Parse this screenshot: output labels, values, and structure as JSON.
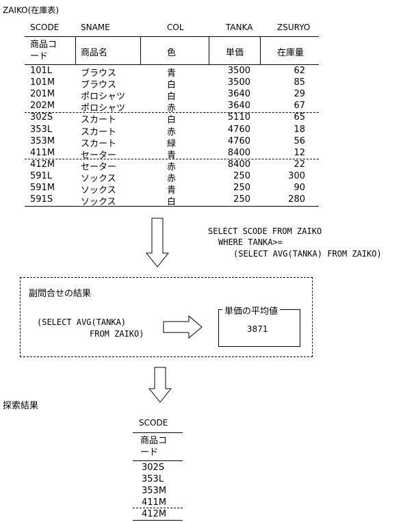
{
  "table_title": "ZAIKO(在庫表)",
  "columns": [
    {
      "code": "SCODE",
      "jp": "商品コード",
      "jp_lines": [
        "商品コ",
        "ード"
      ]
    },
    {
      "code": "SNAME",
      "jp": "商品名"
    },
    {
      "code": "COL",
      "jp": "色"
    },
    {
      "code": "TANKA",
      "jp": "単価"
    },
    {
      "code": "ZSURYO",
      "jp": "在庫量"
    }
  ],
  "rows": [
    [
      "101L",
      "ブラウス",
      "青",
      "3500",
      "62"
    ],
    [
      "101M",
      "ブラウス",
      "白",
      "3500",
      "85"
    ],
    [
      "201M",
      "ポロシャツ",
      "白",
      "3640",
      "29"
    ],
    [
      "202M",
      "ポロシャツ",
      "赤",
      "3640",
      "67"
    ],
    [
      "302S",
      "スカート",
      "白",
      "5110",
      "65"
    ],
    [
      "353L",
      "スカート",
      "赤",
      "4760",
      "18"
    ],
    [
      "353M",
      "スカート",
      "緑",
      "4760",
      "56"
    ],
    [
      "411M",
      "セーター",
      "青",
      "8400",
      "12"
    ],
    [
      "412M",
      "セーター",
      "赤",
      "8400",
      "22"
    ],
    [
      "591L",
      "ソックス",
      "赤",
      "250",
      "300"
    ],
    [
      "591M",
      "ソックス",
      "青",
      "250",
      "90"
    ],
    [
      "591S",
      "ソックス",
      "白",
      "250",
      "280"
    ]
  ],
  "sql": {
    "line1": "SELECT SCODE FROM ZAIKO",
    "line2": "WHERE TANKA>=",
    "line3": "(SELECT AVG(TANKA) FROM ZAIKO)"
  },
  "subquery": {
    "title": "副問合せの結果",
    "expr_line1": "(SELECT AVG(TANKA)",
    "expr_line2": "FROM ZAIKO)",
    "result_label": "単価の平均値",
    "result_value": "3871"
  },
  "search": {
    "title": "探索結果",
    "header_code": "SCODE",
    "header_jp_lines": [
      "商品コ",
      "ード"
    ],
    "values": [
      "302S",
      "353L",
      "353M",
      "411M",
      "412M"
    ]
  }
}
